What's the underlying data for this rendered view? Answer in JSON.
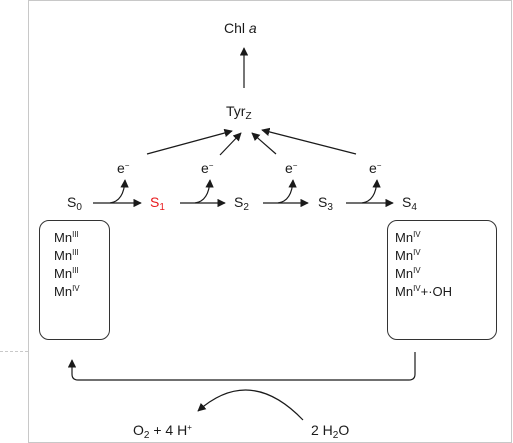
{
  "top": {
    "label": "Chl",
    "italic": "a"
  },
  "tyr": {
    "main": "Tyr",
    "sub": "Z"
  },
  "electron": "e",
  "electron_sup": "−",
  "states": [
    {
      "main": "S",
      "sub": "0",
      "highlight": false
    },
    {
      "main": "S",
      "sub": "1",
      "highlight": true
    },
    {
      "main": "S",
      "sub": "2",
      "highlight": false
    },
    {
      "main": "S",
      "sub": "3",
      "highlight": false
    },
    {
      "main": "S",
      "sub": "4",
      "highlight": false
    }
  ],
  "highlight_color": "#e8191c",
  "left_box": [
    {
      "main": "Mn",
      "sup": "III",
      "tail": ""
    },
    {
      "main": "Mn",
      "sup": "III",
      "tail": ""
    },
    {
      "main": "Mn",
      "sup": "III",
      "tail": ""
    },
    {
      "main": "Mn",
      "sup": "IV",
      "tail": ""
    }
  ],
  "right_box": [
    {
      "main": "Mn",
      "sup": "IV",
      "tail": ""
    },
    {
      "main": "Mn",
      "sup": "IV",
      "tail": ""
    },
    {
      "main": "Mn",
      "sup": "IV",
      "tail": ""
    },
    {
      "main": "Mn",
      "sup": "IV",
      "tail": "+·OH"
    }
  ],
  "products": {
    "main": "O",
    "sub": "2",
    "rest": " + 4 H",
    "sup": "+"
  },
  "reactant": {
    "pre": "2 H",
    "sub": "2",
    "post": "O"
  }
}
